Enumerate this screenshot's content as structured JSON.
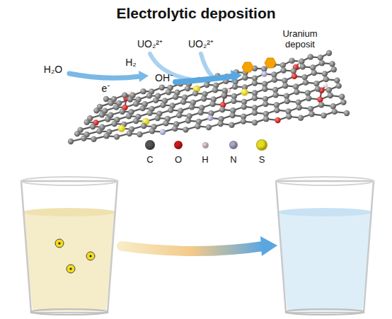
{
  "diagram": {
    "title": "Electrolytic deposition",
    "labels": [
      "UO₂²⁺",
      "UO₂²⁺",
      "H₂O",
      "H₂",
      "e⁻",
      "OH⁻",
      "Uranium deposit"
    ],
    "legend": [
      {
        "text": "C",
        "color": "#555555"
      },
      {
        "text": "O",
        "color": "#d21a1a"
      },
      {
        "text": "H",
        "color": "#f0d6d6"
      },
      {
        "text": "N",
        "color": "#a8a8c8"
      },
      {
        "text": "S",
        "color": "#e8dc1c"
      }
    ]
  }
}
